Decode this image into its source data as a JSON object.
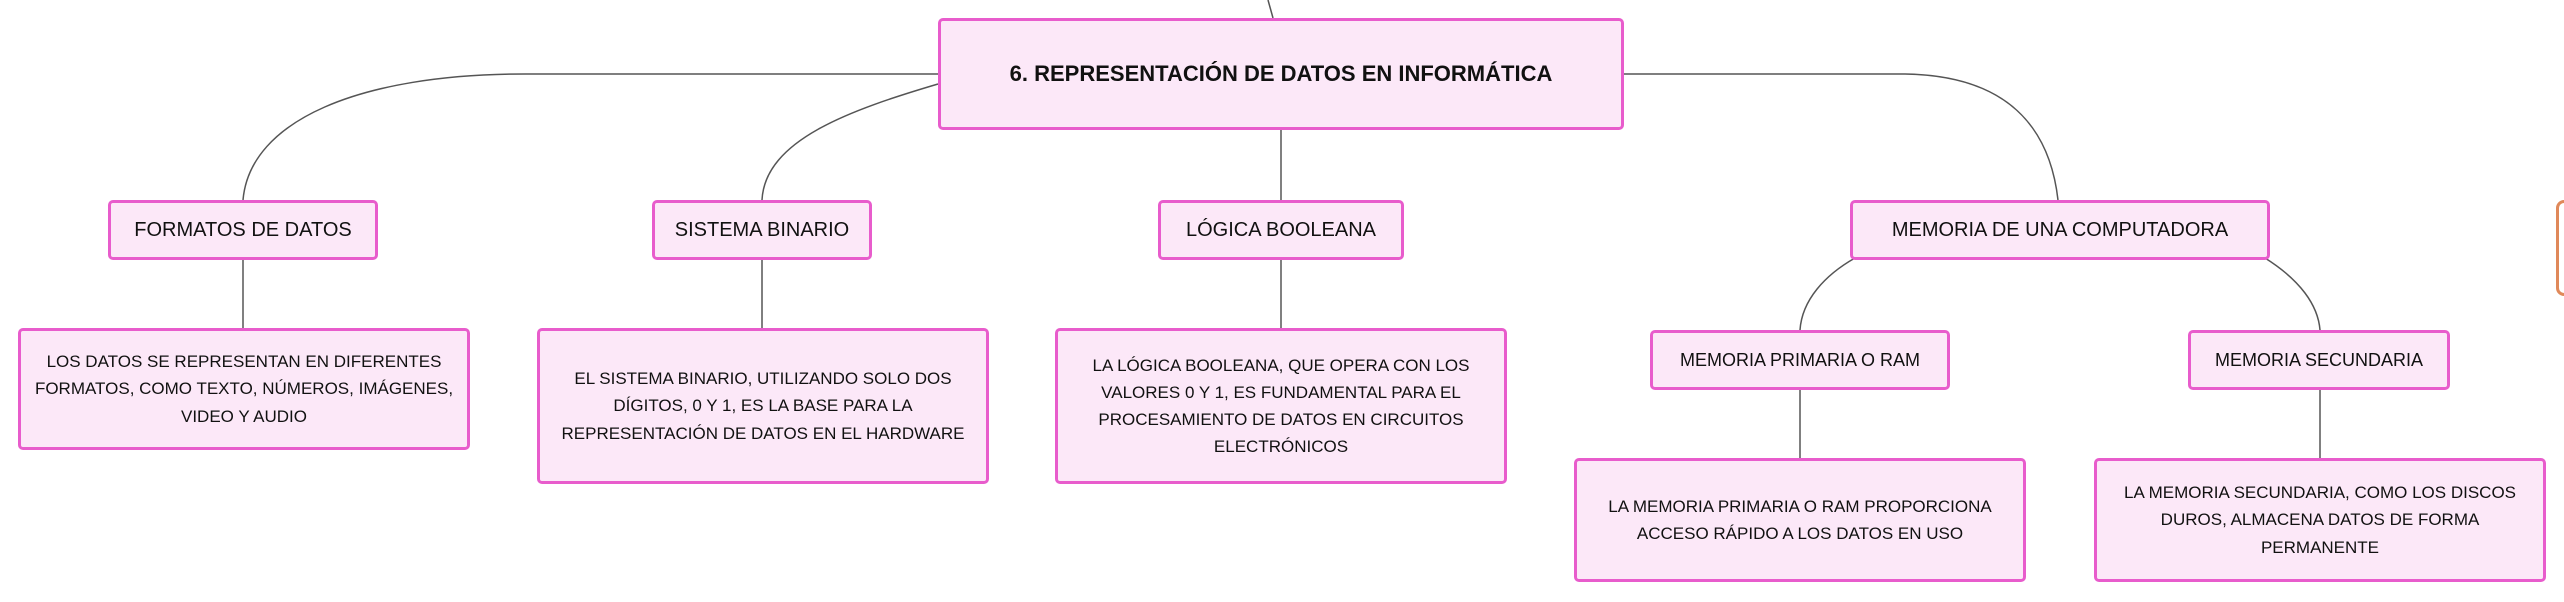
{
  "root": {
    "label": "6. REPRESENTACIÓN DE DATOS EN INFORMÁTICA"
  },
  "topics": [
    {
      "label": "FORMATOS DE DATOS",
      "detail": "LOS DATOS SE REPRESENTAN EN DIFERENTES FORMATOS, COMO TEXTO, NÚMEROS, IMÁGENES, VIDEO Y AUDIO"
    },
    {
      "label": "SISTEMA BINARIO",
      "detail": "EL SISTEMA BINARIO, UTILIZANDO SOLO DOS DÍGITOS, 0 Y 1, ES LA BASE PARA LA REPRESENTACIÓN DE DATOS EN EL HARDWARE"
    },
    {
      "label": "LÓGICA BOOLEANA",
      "detail": "LA LÓGICA BOOLEANA, QUE OPERA CON LOS VALORES 0 Y 1, ES FUNDAMENTAL PARA EL PROCESAMIENTO DE DATOS EN CIRCUITOS ELECTRÓNICOS"
    },
    {
      "label": "MEMORIA DE UNA COMPUTADORA",
      "children": [
        {
          "label": "MEMORIA PRIMARIA O RAM",
          "detail": "LA MEMORIA PRIMARIA O RAM PROPORCIONA ACCESO RÁPIDO A LOS DATOS EN USO"
        },
        {
          "label": "MEMORIA SECUNDARIA",
          "detail": "LA MEMORIA SECUNDARIA, COMO LOS DISCOS DUROS, ALMACENA DATOS DE FORMA PERMANENTE"
        }
      ]
    }
  ],
  "colors": {
    "node_fill": "#fce8f8",
    "node_border": "#e85ccc",
    "connector": "#555555",
    "partial_node_border": "#e0895a"
  }
}
